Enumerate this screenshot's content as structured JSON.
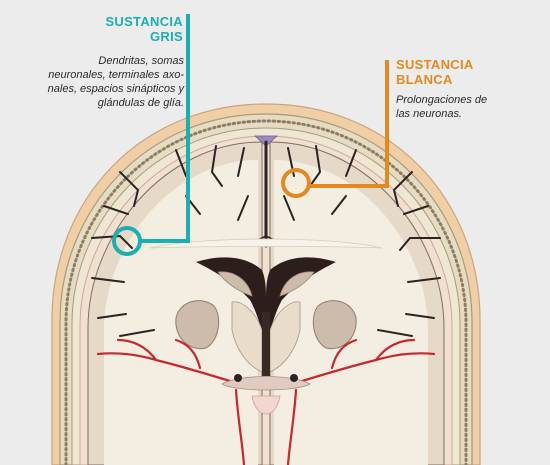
{
  "gray_matter": {
    "title": "SUSTANCIA\nGRIS",
    "description": "Dendritas, somas\nneuronales, terminales axo-\nnales, espacios sinápticos y\nglándulas de glía.",
    "color": "#1ab0b2"
  },
  "white_matter": {
    "title": "SUSTANCIA\nBLANCA",
    "description": "Prolongaciones de\nlas neuronas.",
    "color": "#e38a1f"
  },
  "palette": {
    "background": "#ececec",
    "skin": "#f0cfa6",
    "skull": "#e6dcc4",
    "cortex": "#e7d9c7",
    "white_matter": "#f3ede2",
    "sulcus": "#2b2222",
    "vessel": "#c8282d",
    "ventricle": "#2d1e1c",
    "nucleus": "#cdbcab"
  }
}
